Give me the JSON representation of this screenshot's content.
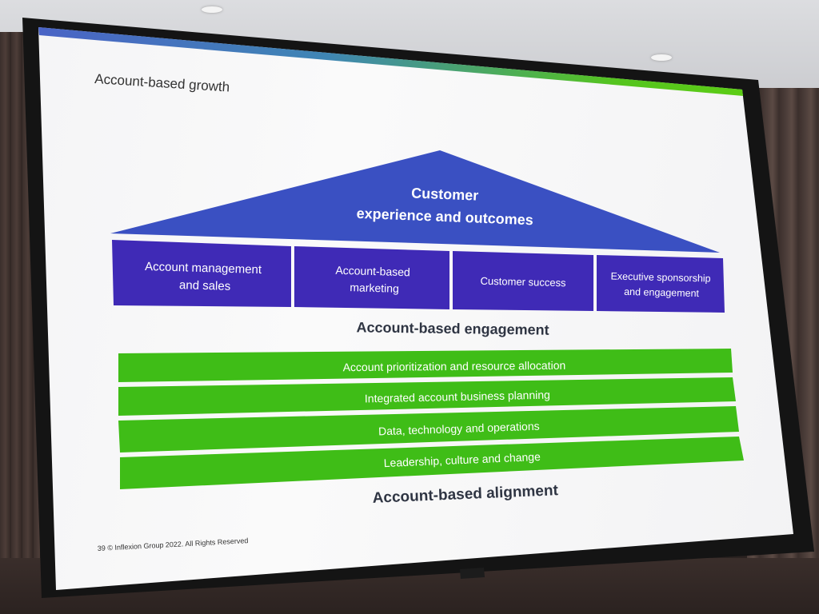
{
  "slide": {
    "title": "Account-based growth",
    "footer": "39  © Inflexion Group 2022. All Rights Reserved"
  },
  "roof": {
    "line1": "Customer",
    "line2": "experience and outcomes"
  },
  "pillars": [
    {
      "line1": "Account management",
      "line2": "and sales"
    },
    {
      "line1": "Account-based",
      "line2": "marketing"
    },
    {
      "line1": "Customer success",
      "line2": ""
    },
    {
      "line1": "Executive sponsorship",
      "line2": "and engagement"
    }
  ],
  "engagement_label": "Account-based engagement",
  "foundations": [
    "Account prioritization and resource allocation",
    "Integrated account business planning",
    "Data, technology and operations",
    "Leadership, culture and change"
  ],
  "alignment_label": "Account-based alignment",
  "colors": {
    "roof": "#3a50c2",
    "pillar": "#3f2ab6",
    "foundation": "#3fbd17",
    "heading_text": "#2f3543",
    "title_text": "#333333"
  }
}
